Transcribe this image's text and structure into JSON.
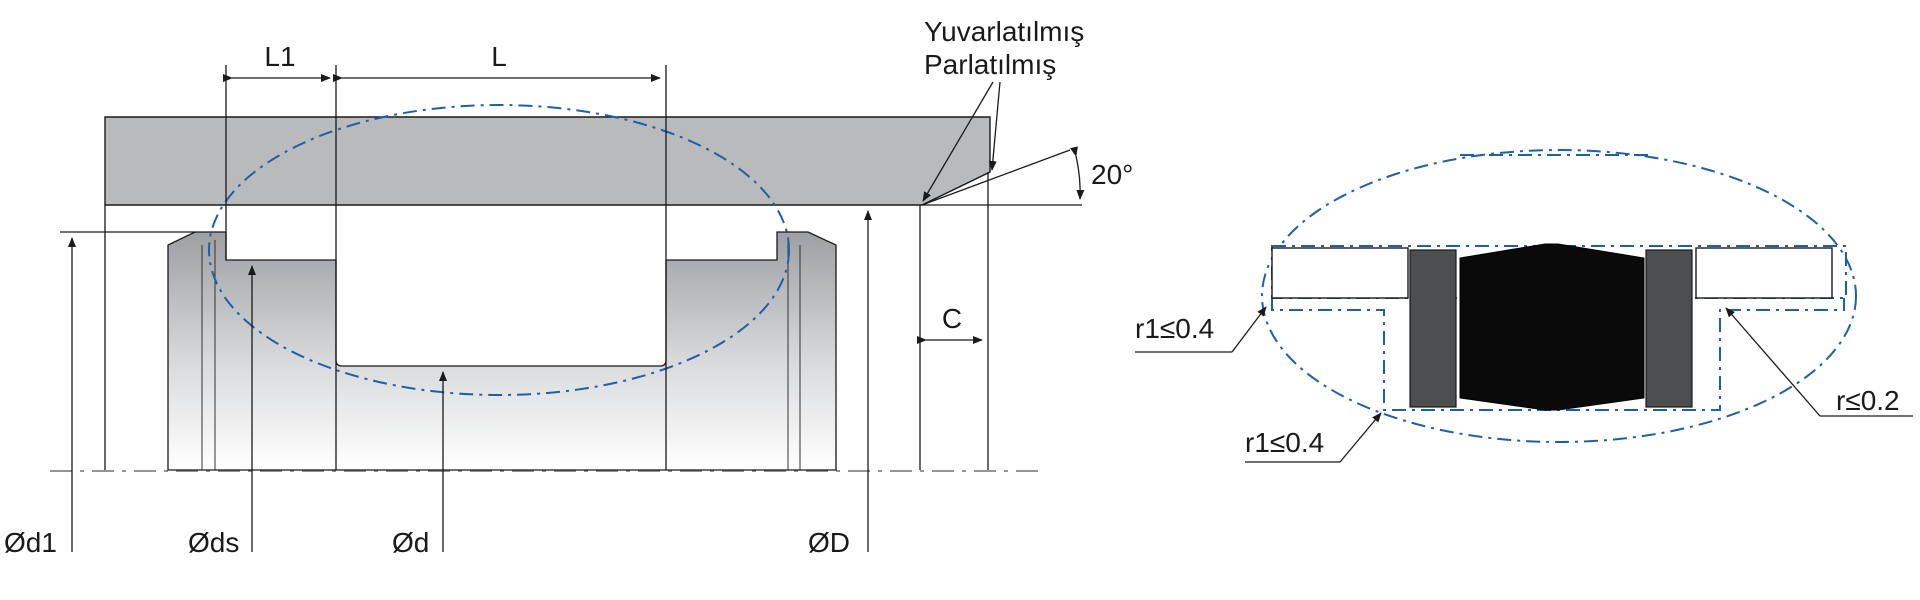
{
  "labels": {
    "L1": "L1",
    "L": "L",
    "surface_line1": "Yuvarlatılmış",
    "surface_line2": "Parlatılmış",
    "angle": "20°",
    "C": "C",
    "d1": "Ød1",
    "ds": "Øds",
    "d": "Ød",
    "D": "ØD",
    "r1_top": "r1≤0.4",
    "r1_bottom": "r1≤0.4",
    "r": "r≤0.2"
  },
  "colors": {
    "bore": "#b9babc",
    "line": "#1a1a1a",
    "detail_dash": "#1f5fa8",
    "seal_ring": "#4d4e50",
    "seal_core": "#0a0a0a"
  }
}
